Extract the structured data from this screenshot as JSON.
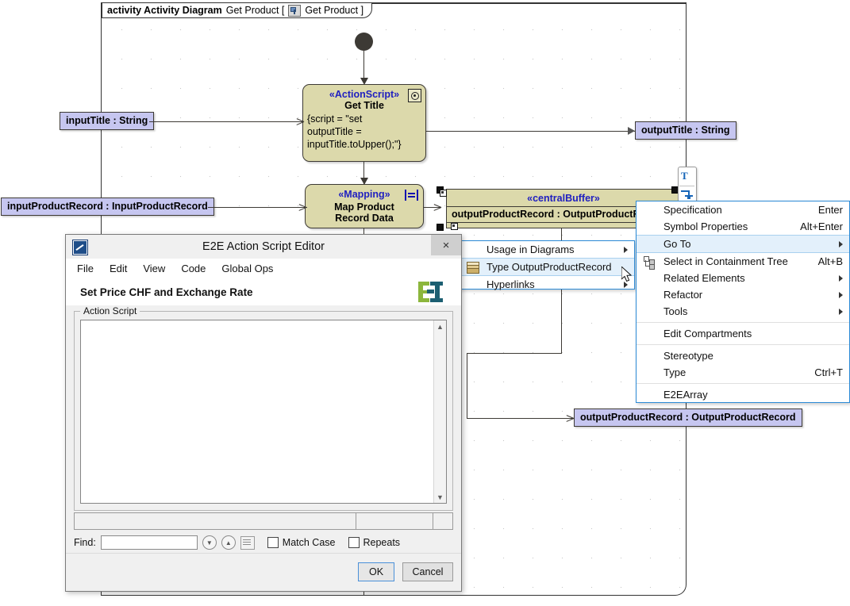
{
  "diagram": {
    "frame": {
      "keyword": "activity Activity Diagram",
      "name": "Get Product [",
      "icon": "diagram-icon",
      "name_end": "Get Product ]"
    },
    "initial_node": "initial-node",
    "nodes": [
      {
        "id": "get-title",
        "stereotype": "«ActionScript»",
        "title": "Get Title",
        "body_lines": [
          "{script = \"set",
          "outputTitle =",
          "inputTitle.toUpper();\"}"
        ],
        "icon": "action-script-icon"
      },
      {
        "id": "map-product-record-data",
        "stereotype": "«Mapping»",
        "title_lines": [
          "Map Product",
          "Record Data"
        ],
        "icon": "mapping-icon"
      },
      {
        "id": "central-buffer",
        "stereotype": "«centralBuffer»",
        "name": "outputProductRecord : OutputProductR"
      }
    ],
    "pins": [
      {
        "id": "input-title",
        "label": "inputTitle : String"
      },
      {
        "id": "input-product-record",
        "label": "inputProductRecord : InputProductRecord"
      },
      {
        "id": "output-title",
        "label": "outputTitle : String"
      },
      {
        "id": "output-product-record",
        "label": "outputProductRecord : OutputProductRecord"
      }
    ],
    "mini_toolbar": {
      "text_icon": "T",
      "insert_icon": "insert-icon"
    }
  },
  "context_menu": {
    "items": [
      {
        "label": "Specification",
        "shortcut": "Enter",
        "submenu": false,
        "icon": null,
        "selected": false
      },
      {
        "label": "Symbol Properties",
        "shortcut": "Alt+Enter",
        "submenu": false,
        "icon": null,
        "selected": false
      },
      {
        "label": "Go To",
        "shortcut": "",
        "submenu": true,
        "icon": null,
        "selected": true
      },
      {
        "label": "Select in Containment Tree",
        "shortcut": "Alt+B",
        "submenu": false,
        "icon": "containment-tree-icon",
        "selected": false
      },
      {
        "label": "Related Elements",
        "shortcut": "",
        "submenu": true,
        "icon": null,
        "selected": false
      },
      {
        "label": "Refactor",
        "shortcut": "",
        "submenu": true,
        "icon": null,
        "selected": false
      },
      {
        "label": "Tools",
        "shortcut": "",
        "submenu": true,
        "icon": null,
        "selected": false
      },
      {
        "label": "Edit Compartments",
        "shortcut": "",
        "submenu": false,
        "icon": null,
        "selected": false
      },
      {
        "label": "Stereotype",
        "shortcut": "",
        "submenu": false,
        "icon": null,
        "selected": false
      },
      {
        "label": "Type",
        "shortcut": "Ctrl+T",
        "submenu": false,
        "icon": null,
        "selected": false
      },
      {
        "label": "E2EArray",
        "shortcut": "",
        "submenu": false,
        "icon": null,
        "selected": false
      }
    ]
  },
  "submenu": {
    "items": [
      {
        "label": "Usage in Diagrams",
        "submenu": true,
        "icon": null,
        "selected": false
      },
      {
        "label": "Type OutputProductRecord",
        "submenu": false,
        "icon": "type-icon",
        "selected": true
      },
      {
        "label": "Hyperlinks",
        "submenu": true,
        "icon": null,
        "selected": false
      }
    ]
  },
  "window": {
    "title": "E2E Action Script Editor",
    "icon": "app-icon",
    "close_label": "×",
    "menubar": [
      "File",
      "Edit",
      "View",
      "Code",
      "Global Ops"
    ],
    "subtitle": "Set Price CHF and Exchange Rate",
    "logo": "e2e-logo",
    "group_label": "Action Script",
    "script_value": "",
    "find": {
      "label": "Find:",
      "value": "",
      "next_icon": "find-next-icon",
      "prev_icon": "find-prev-icon",
      "list_icon": "find-list-icon",
      "match_case_label": "Match Case",
      "repeats_label": "Repeats",
      "match_case_checked": false,
      "repeats_checked": false
    },
    "buttons": {
      "ok": "OK",
      "cancel": "Cancel"
    }
  },
  "colors": {
    "action_fill": "#dcd9ab",
    "pin_fill": "#c6c6f0",
    "stereotype_text": "#2020c0",
    "menu_border": "#2b8ad6",
    "menu_selected": "#e3f0fb",
    "window_bg": "#f0f0f0"
  }
}
